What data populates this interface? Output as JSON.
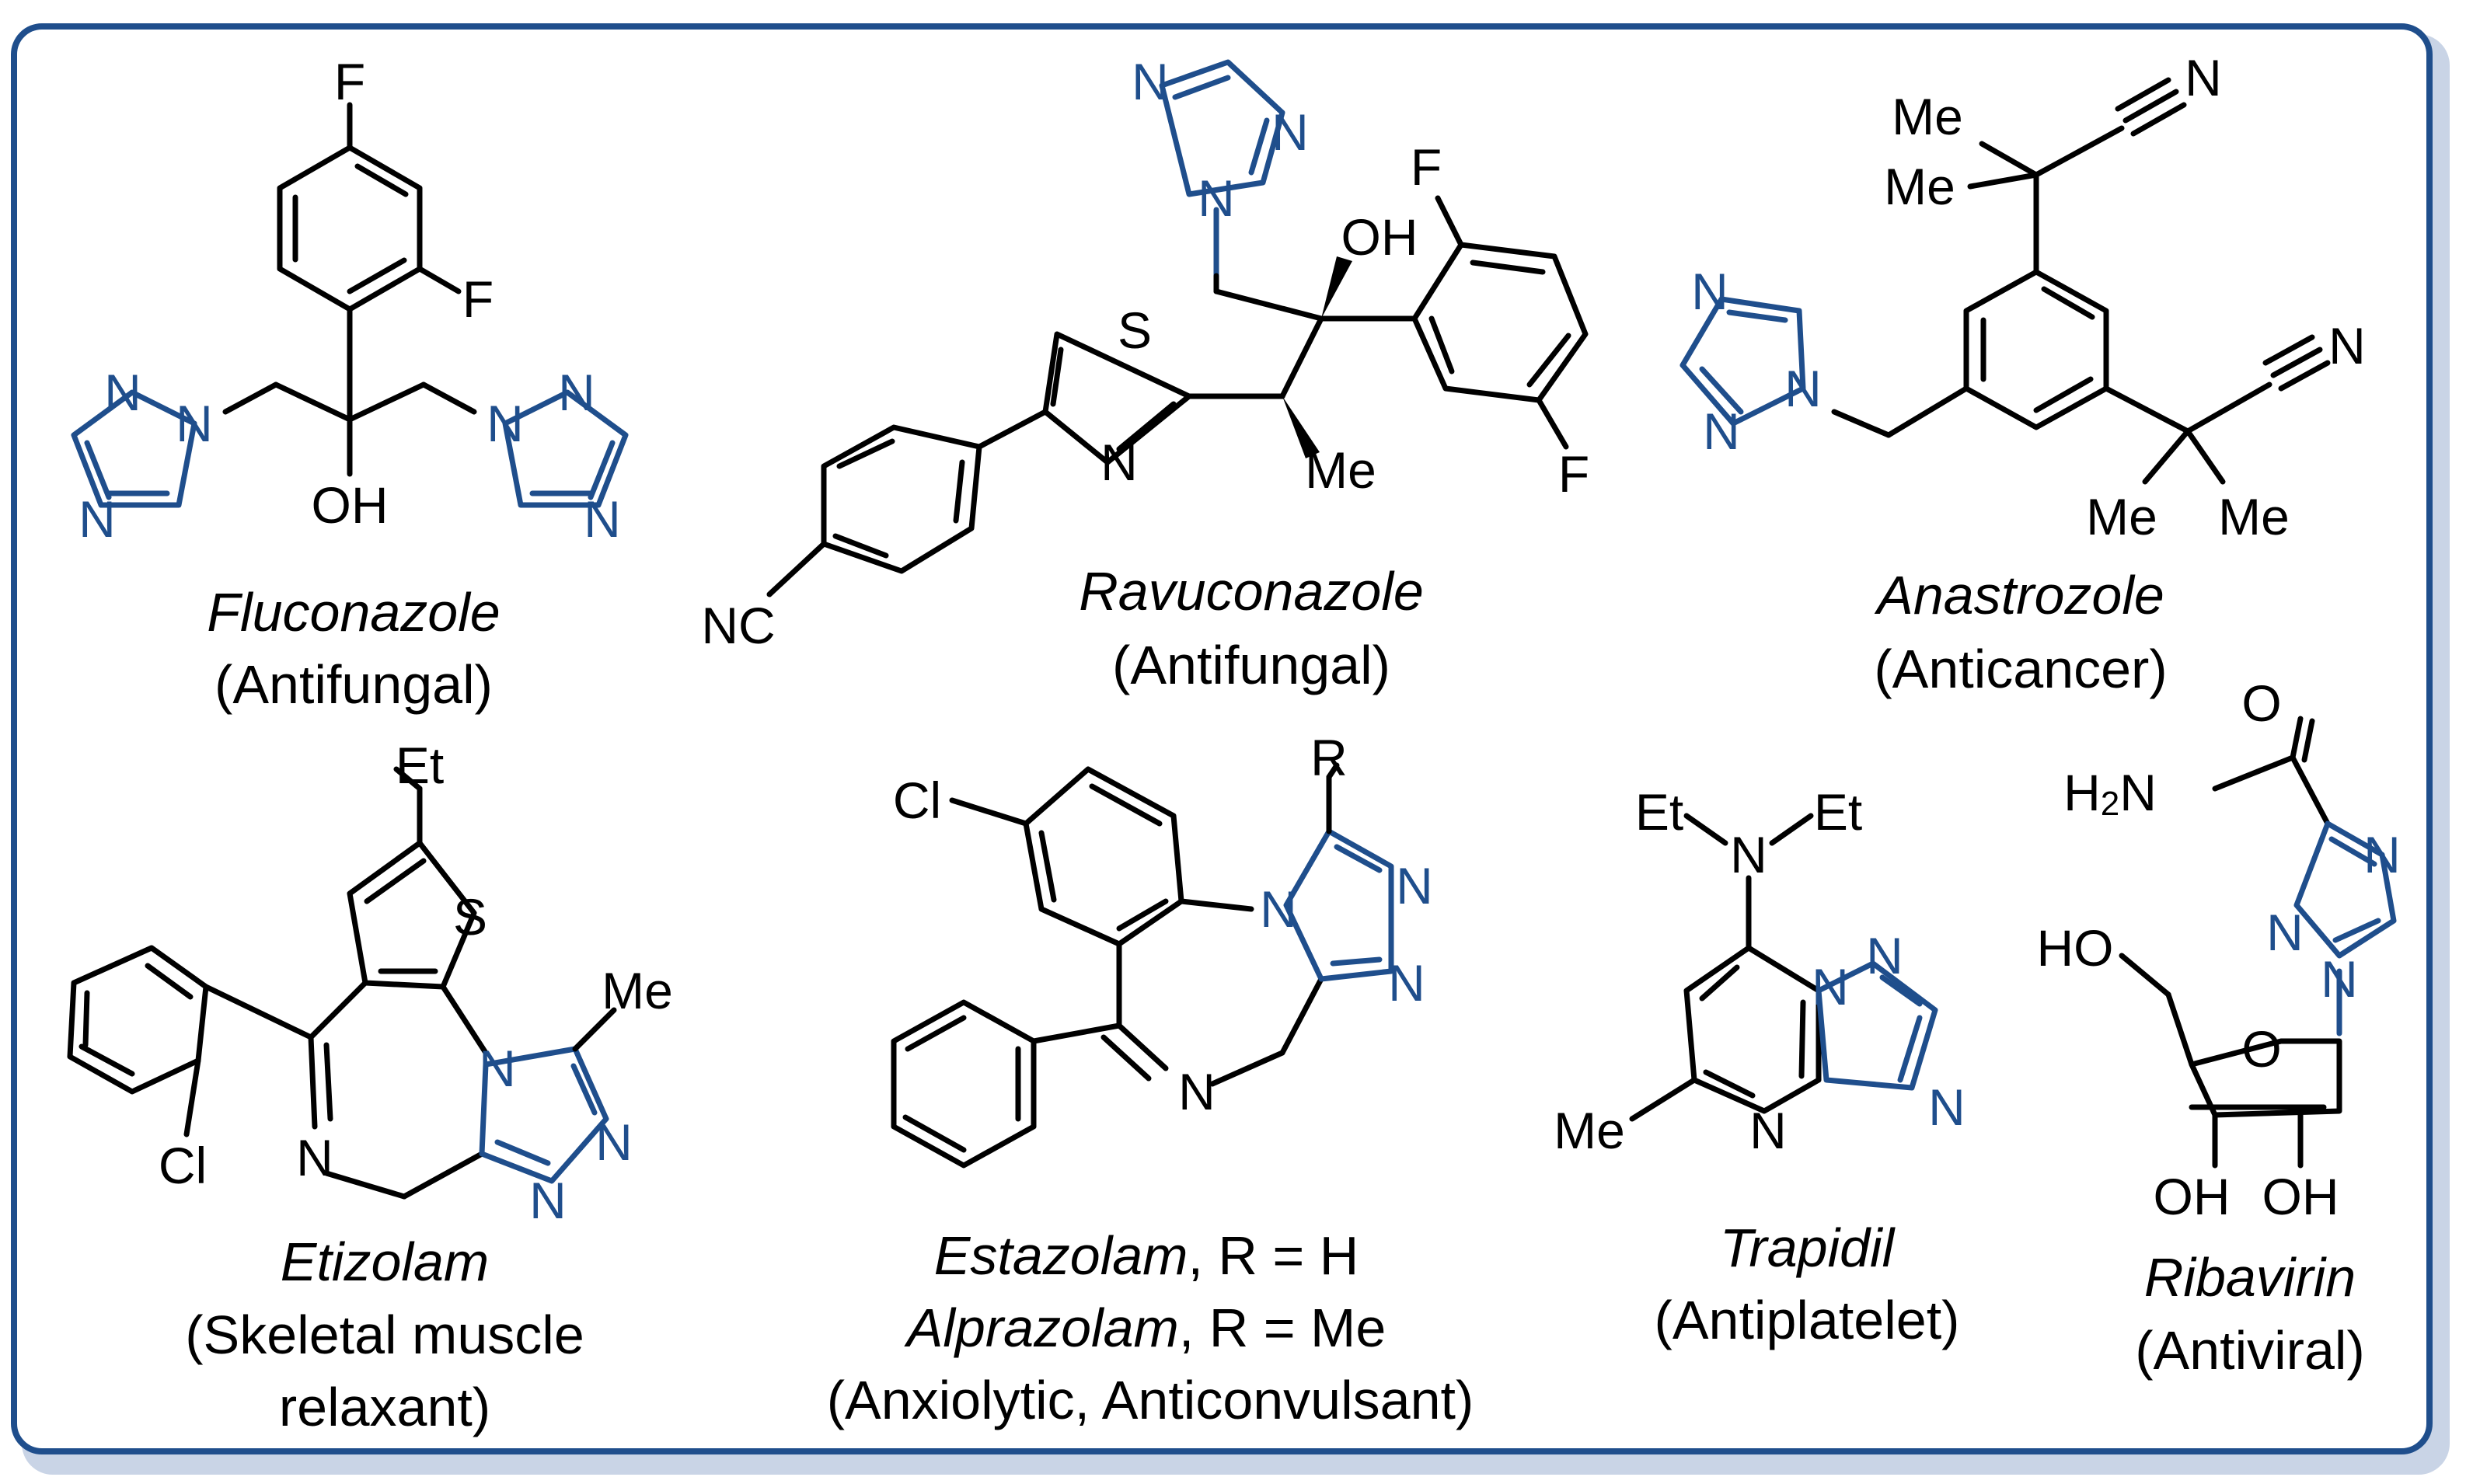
{
  "colors": {
    "heterocycle": "#1f4e8c",
    "frame": "#1f4e8c",
    "bond": "#000000"
  },
  "compounds": [
    {
      "name": "Fluconazole",
      "activity": "(Antifungal)"
    },
    {
      "name": "Ravuconazole",
      "activity": "(Antifungal)"
    },
    {
      "name": "Anastrozole",
      "activity": "(Anticancer)"
    },
    {
      "name": "Etizolam",
      "activity_line1": "(Skeletal muscle",
      "activity_line2": "relaxant)"
    },
    {
      "name_a": "Estazolam",
      "suffix_a": ", R = H",
      "name_b": "Alprazolam",
      "suffix_b": ", R = Me",
      "activity": "(Anxiolytic, Anticonvulsant)"
    },
    {
      "name": "Trapidil",
      "activity": "(Antiplatelet)"
    },
    {
      "name": "Ribavirin",
      "activity": "(Antiviral)"
    }
  ],
  "atoms": {
    "F": "F",
    "N": "N",
    "OH": "OH",
    "S": "S",
    "NC": "NC",
    "Me": "Me",
    "Cl": "Cl",
    "Et": "Et",
    "R": "R",
    "O": "O",
    "HO": "HO",
    "H2N_H": "H",
    "H2N_2": "2",
    "H2N_N": "N"
  }
}
